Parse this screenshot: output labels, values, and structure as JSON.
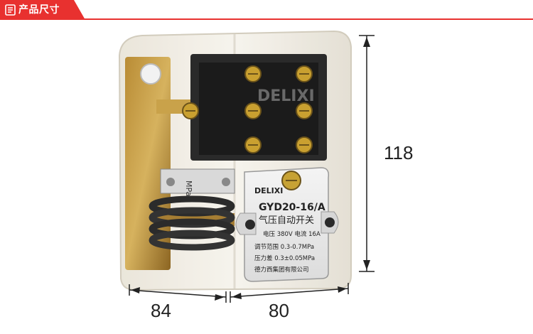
{
  "header": {
    "title": "产品尺寸",
    "accent_color": "#e8312f",
    "icon": "document-icon"
  },
  "product": {
    "brand": "DELIXI",
    "model": "GYD20-16/A",
    "name": "气压自动开关",
    "spec_electric": "电压 380V 电流 16A",
    "spec_range": "调节范围 0.3-0.7MPa",
    "spec_pressure": "压力差 0.3±0.05MPa",
    "manufacturer": "德力西集团有限公司",
    "dial_unit": "MPa"
  },
  "dimensions": {
    "height": "118",
    "depth": "84",
    "width": "80"
  }
}
